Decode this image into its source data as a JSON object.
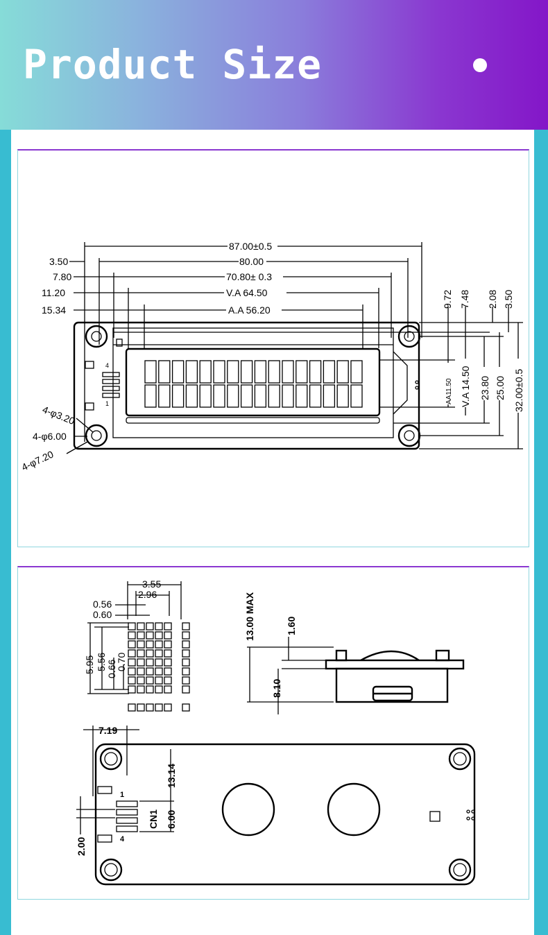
{
  "header": {
    "title": "Product Size"
  },
  "drawing1": {
    "dim_overall_width": "87.00±0.5",
    "dim_hole_spacing": "80.00",
    "dim_bezel_width": "70.80± 0.3",
    "dim_va_width": "V.A 64.50",
    "dim_aa_width": "A.A 56.20",
    "left_3_50": "3.50",
    "left_7_80": "7.80",
    "left_11_20": "11.20",
    "left_15_34": "15.34",
    "top_9_72": "9.72",
    "top_7_48": "7.48",
    "top_2_08": "2.08",
    "top_3_50": "3.50",
    "dim_aa_height": "AA11.50",
    "dim_va_height": "V.A 14.50",
    "dim_23_80": "23.80",
    "dim_25_00": "25.00",
    "dim_overall_height": "32.00±0.5",
    "hole_inner": "4-φ3.20",
    "hole_mid": "4-φ6.00",
    "hole_outer": "4-φ7.20",
    "pin_4": "4",
    "pin_1": "1"
  },
  "drawing2": {
    "char_3_55": "3.55",
    "char_2_96": "2.96",
    "char_0_56": "0.56",
    "char_0_60": "0.60",
    "char_5_95": "5.95",
    "char_5_56": "5.56",
    "char_0_66": "0.66",
    "char_0_70": "0.70",
    "side_13_max": "13.00 MAX",
    "side_1_60": "1.60",
    "side_8_10": "8.10",
    "back_7_19": "7.19",
    "back_13_14": "13.14",
    "back_6_00": "6.00",
    "back_2_00": "2.00",
    "back_cn1": "CN1",
    "back_pin_1": "1",
    "back_pin_4": "4"
  }
}
